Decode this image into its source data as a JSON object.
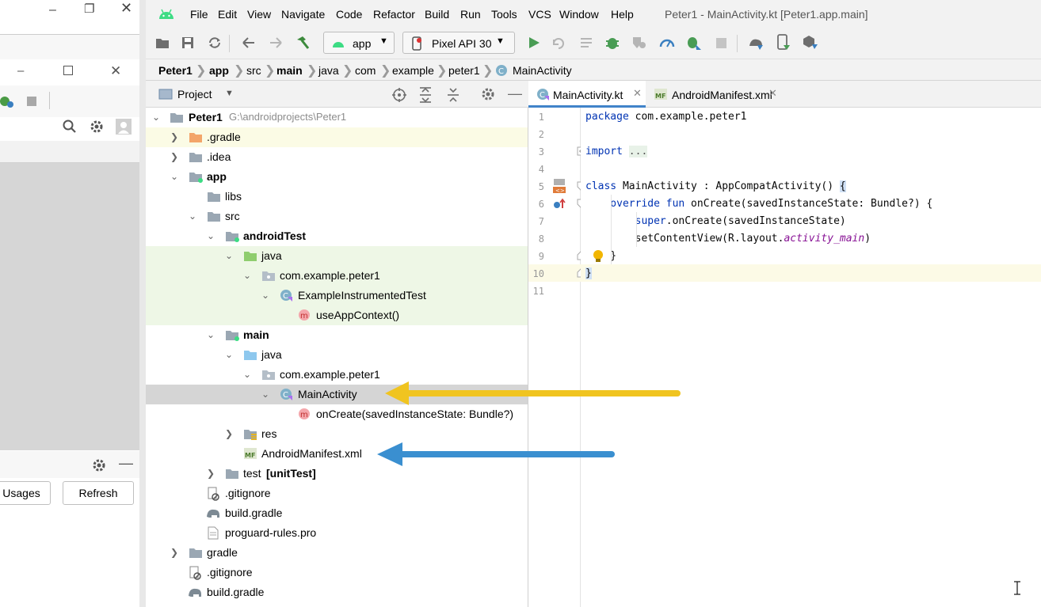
{
  "app": {
    "window_title": "Peter1 - MainActivity.kt [Peter1.app.main]"
  },
  "menu": [
    "File",
    "Edit",
    "View",
    "Navigate",
    "Code",
    "Refactor",
    "Build",
    "Run",
    "Tools",
    "VCS",
    "Window",
    "Help"
  ],
  "toolbar": {
    "run_config": "app",
    "device": "Pixel API 30"
  },
  "breadcrumb": [
    "Peter1",
    "app",
    "src",
    "main",
    "java",
    "com",
    "example",
    "peter1",
    "MainActivity"
  ],
  "project_panel": {
    "title": "Project"
  },
  "tree": [
    {
      "label": "Peter1",
      "hint": "G:\\androidprojects\\Peter1"
    },
    {
      "label": ".gradle"
    },
    {
      "label": ".idea"
    },
    {
      "label": "app"
    },
    {
      "label": "libs"
    },
    {
      "label": "src"
    },
    {
      "label": "androidTest"
    },
    {
      "label": "java"
    },
    {
      "label": "com.example.peter1"
    },
    {
      "label": "ExampleInstrumentedTest"
    },
    {
      "label": "useAppContext()"
    },
    {
      "label": "main"
    },
    {
      "label": "java"
    },
    {
      "label": "com.example.peter1"
    },
    {
      "label": "MainActivity"
    },
    {
      "label": "onCreate(savedInstanceState: Bundle?)"
    },
    {
      "label": "res"
    },
    {
      "label": "AndroidManifest.xml"
    },
    {
      "label": "test",
      "hint": "[unitTest]"
    },
    {
      "label": ".gitignore"
    },
    {
      "label": "build.gradle"
    },
    {
      "label": "proguard-rules.pro"
    },
    {
      "label": "gradle"
    },
    {
      "label": ".gitignore"
    },
    {
      "label": "build.gradle"
    }
  ],
  "editor": {
    "tabs": [
      {
        "label": "MainActivity.kt",
        "badge": ""
      },
      {
        "label": "AndroidManifest.xml",
        "badge": "MF"
      }
    ],
    "line_numbers": [
      "1",
      "2",
      "3",
      "4",
      "5",
      "6",
      "7",
      "8",
      "9",
      "10",
      "11"
    ],
    "code": {
      "l1a": "package",
      "l1b": " com.example.peter1",
      "l3a": "import",
      "l3b": "...",
      "l6a": "class",
      "l6b": " MainActivity : AppCompatActivity() ",
      "l6c": "{",
      "l7a": "    override fun",
      "l7b": " onCreate(savedInstanceState: Bundle?) {",
      "l8a": "        super",
      "l8b": ".onCreate(savedInstanceState)",
      "l9a": "        setContentView(R.layout.",
      "l9b": "activity_main",
      "l9c": ")",
      "l10": "    }",
      "l11": "}"
    }
  },
  "left_window": {
    "usages_label": "Usages",
    "refresh_label": "Refresh"
  },
  "colors": {
    "arrow_yellow": "#f0c420",
    "arrow_blue": "#3a8fd0",
    "selection": "#d5d5d5"
  }
}
